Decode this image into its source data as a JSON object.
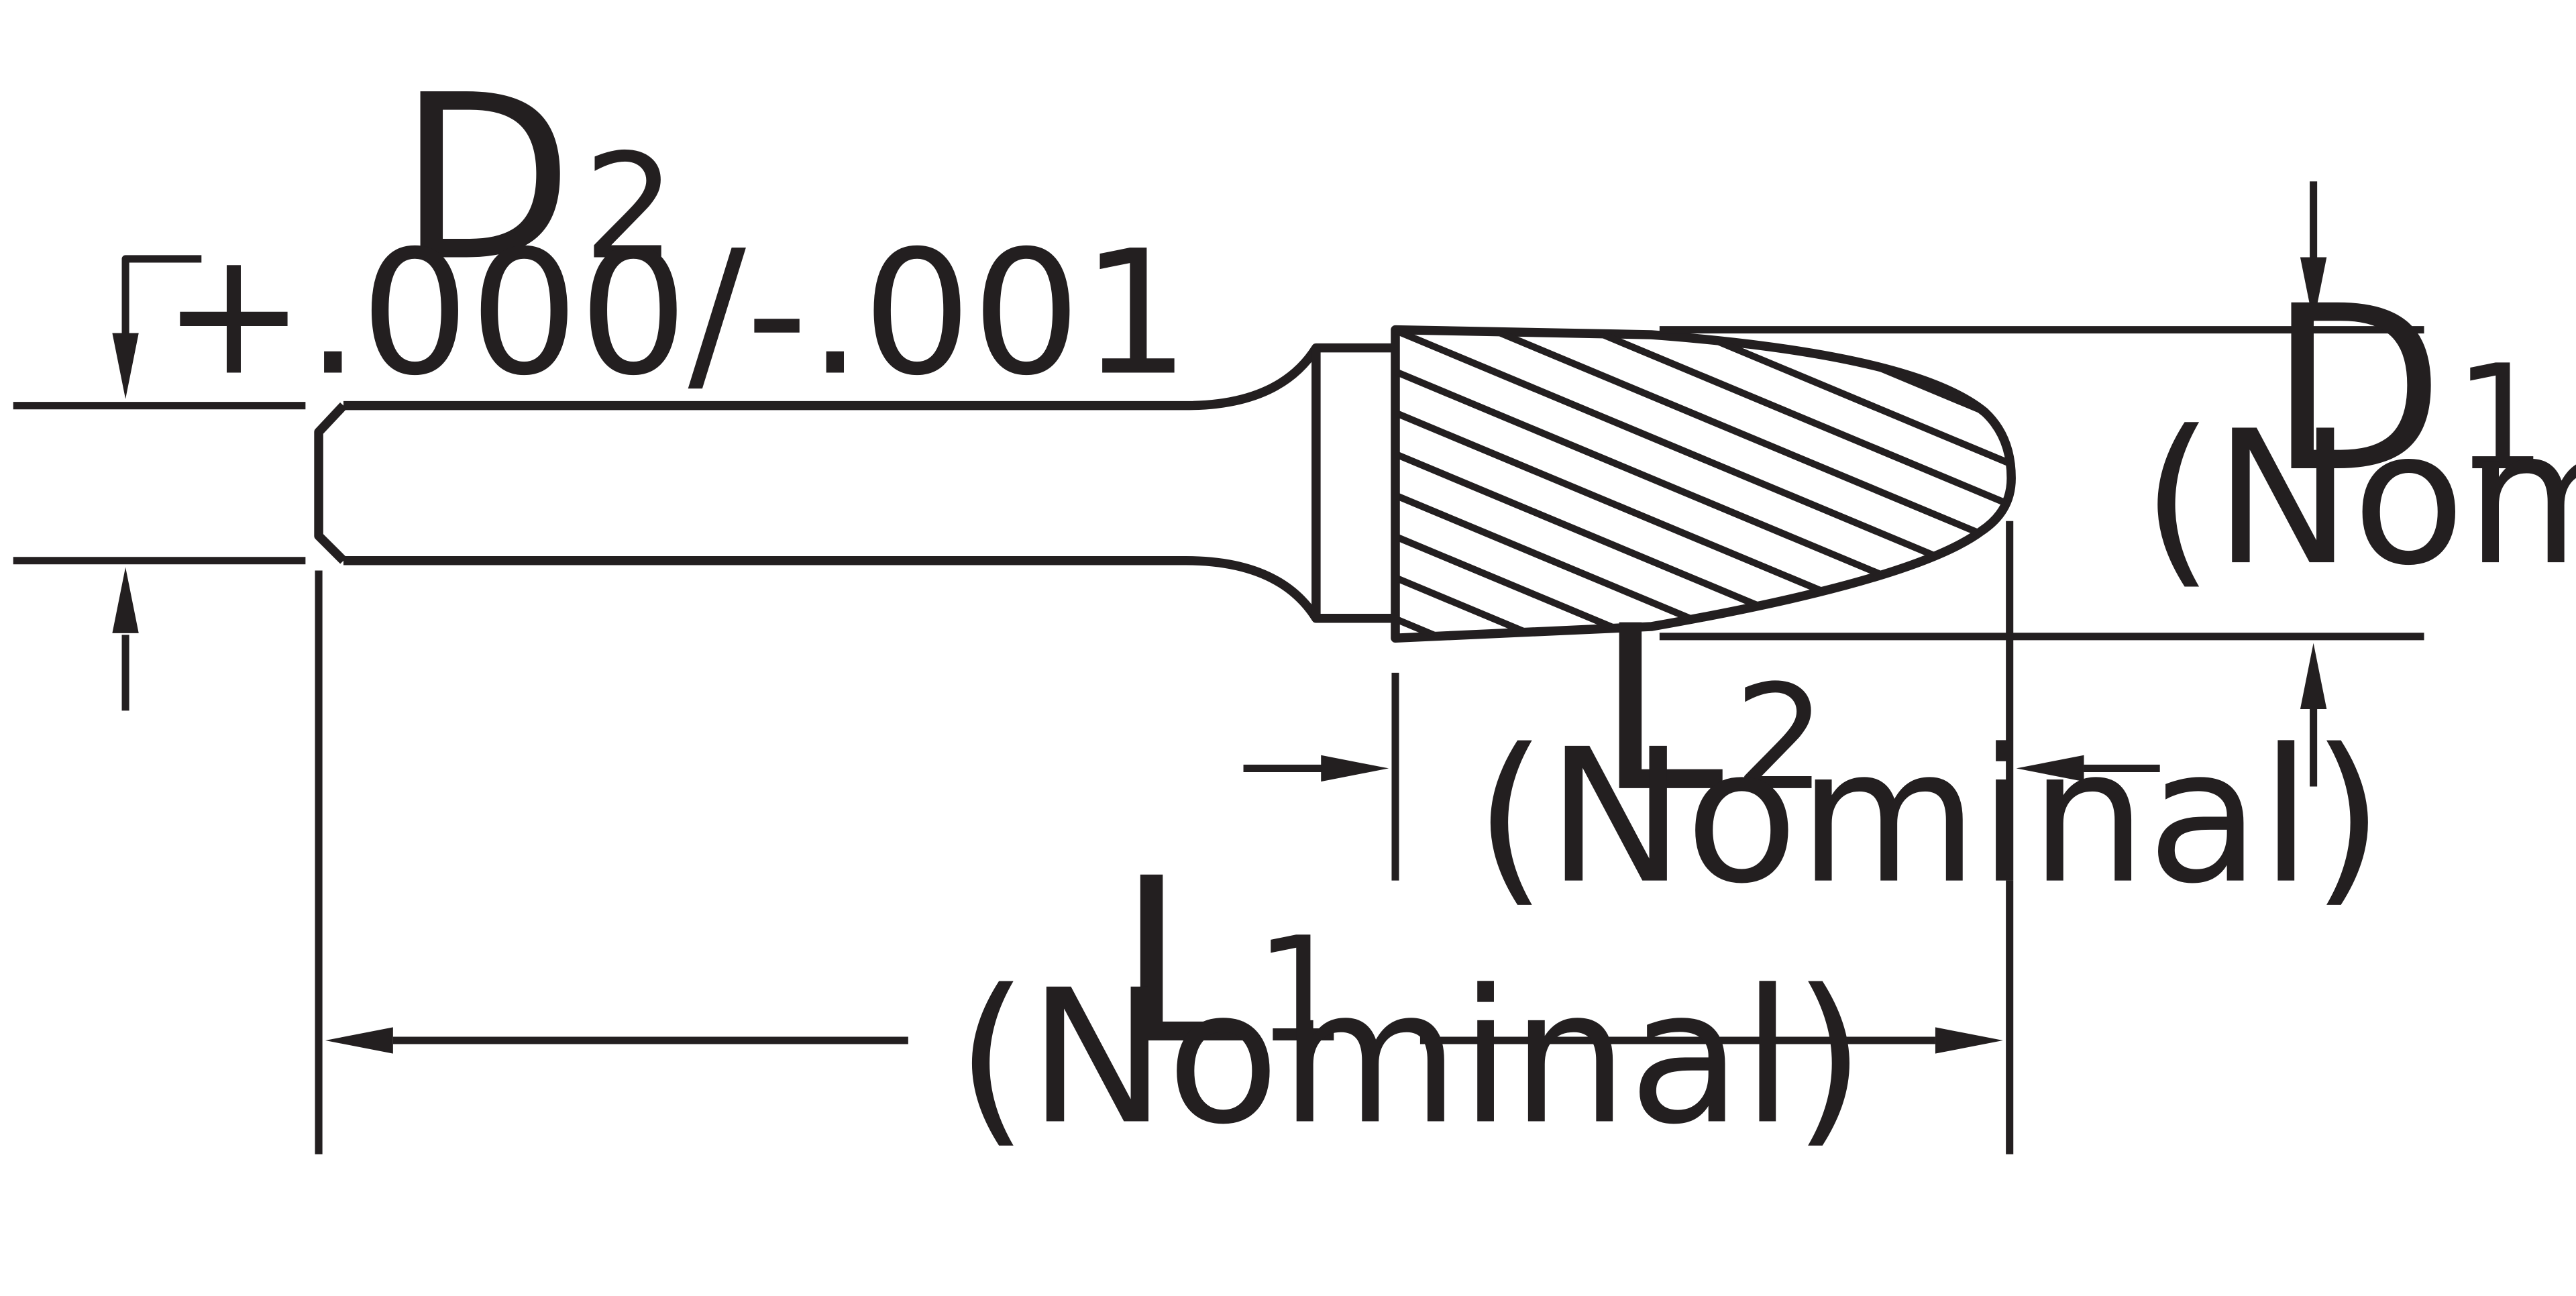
{
  "colors": {
    "ink": "#231f20",
    "background": "#ffffff"
  },
  "labels": {
    "d2": {
      "letter": "D",
      "index": "2",
      "tolerance": "+.000/-.001"
    },
    "d1": {
      "letter": "D",
      "index": "1",
      "note": "(Nominal)"
    },
    "l2": {
      "letter": "L",
      "index": "2",
      "note": "(Nominal)"
    },
    "l1": {
      "letter": "L",
      "index": "1",
      "note": "(Nominal)"
    }
  }
}
